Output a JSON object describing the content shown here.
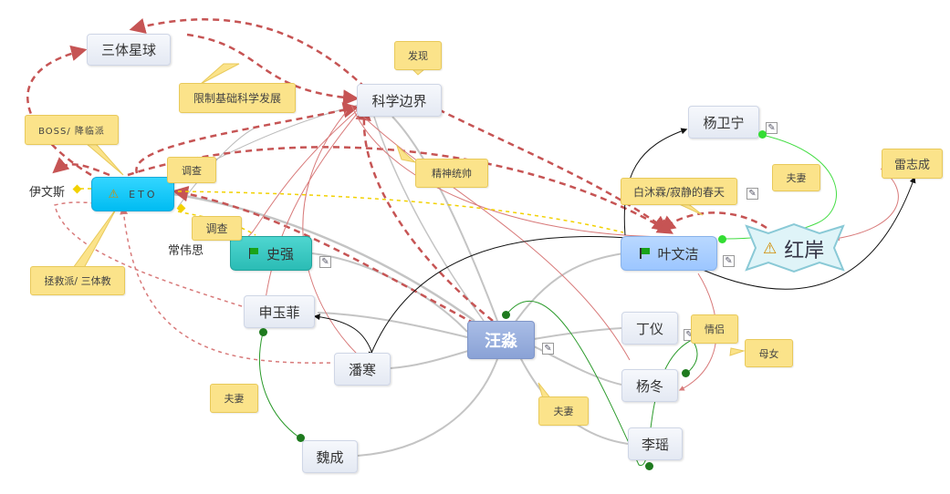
{
  "nodes": {
    "center": "汪淼",
    "santi": "三体星球",
    "kexue": "科学边界",
    "eto": "ETO",
    "yiwensi": "伊文斯",
    "changweisi": "常伟思",
    "shiqiang": "史强",
    "shenyufei": "申玉菲",
    "panhan": "潘寒",
    "weicheng": "魏成",
    "yangweining": "杨卫宁",
    "yewenjie": "叶文洁",
    "hongan": "红岸",
    "leizhicheng": "雷志成",
    "dingyi": "丁仪",
    "yangdong": "杨冬",
    "liyao": "李瑶"
  },
  "labels": {
    "faxian": "发现",
    "xianzhi": "限制基础科学发展",
    "boss": "BOSS/ 降临派",
    "diaocha1": "调查",
    "diaocha2": "调查",
    "jingshen": "精神统帅",
    "zhengjiu": "拯救派/ 三体教",
    "baimulin": "白沐霖/寂静的春天",
    "fuqi1": "夫妻",
    "fuqi2": "夫妻",
    "fuqi3": "夫妻",
    "qinglv": "情侣",
    "munv": "母女"
  },
  "icons": {
    "flag": "flag-icon",
    "warning": "warning-icon",
    "note": "note-icon"
  },
  "colors": {
    "brown_dashed": "#c65454",
    "thin_red": "#d87a7a",
    "gray_branch": "#bdbdbd",
    "green_line": "#2a9a2a",
    "lime_line": "#44dd44",
    "yellow_line": "#f2d100",
    "black_arrow": "#111111"
  }
}
